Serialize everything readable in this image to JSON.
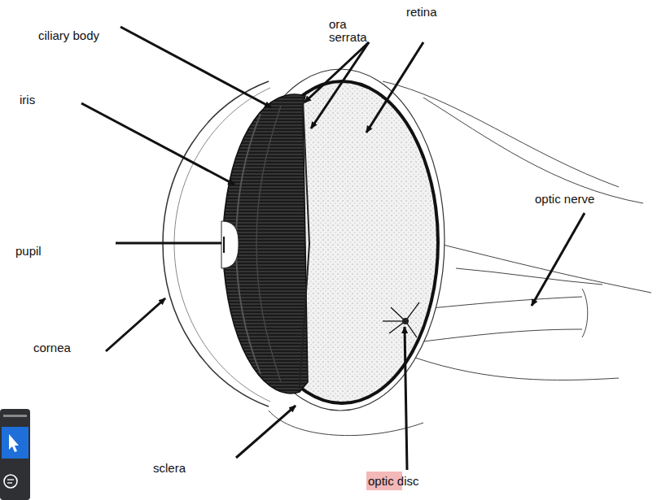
{
  "diagram": {
    "labels": [
      "ciliary body",
      "ora serrata",
      "retina",
      "iris",
      "pupil",
      "optic nerve",
      "cornea",
      "sclera",
      "optic disc"
    ]
  }
}
